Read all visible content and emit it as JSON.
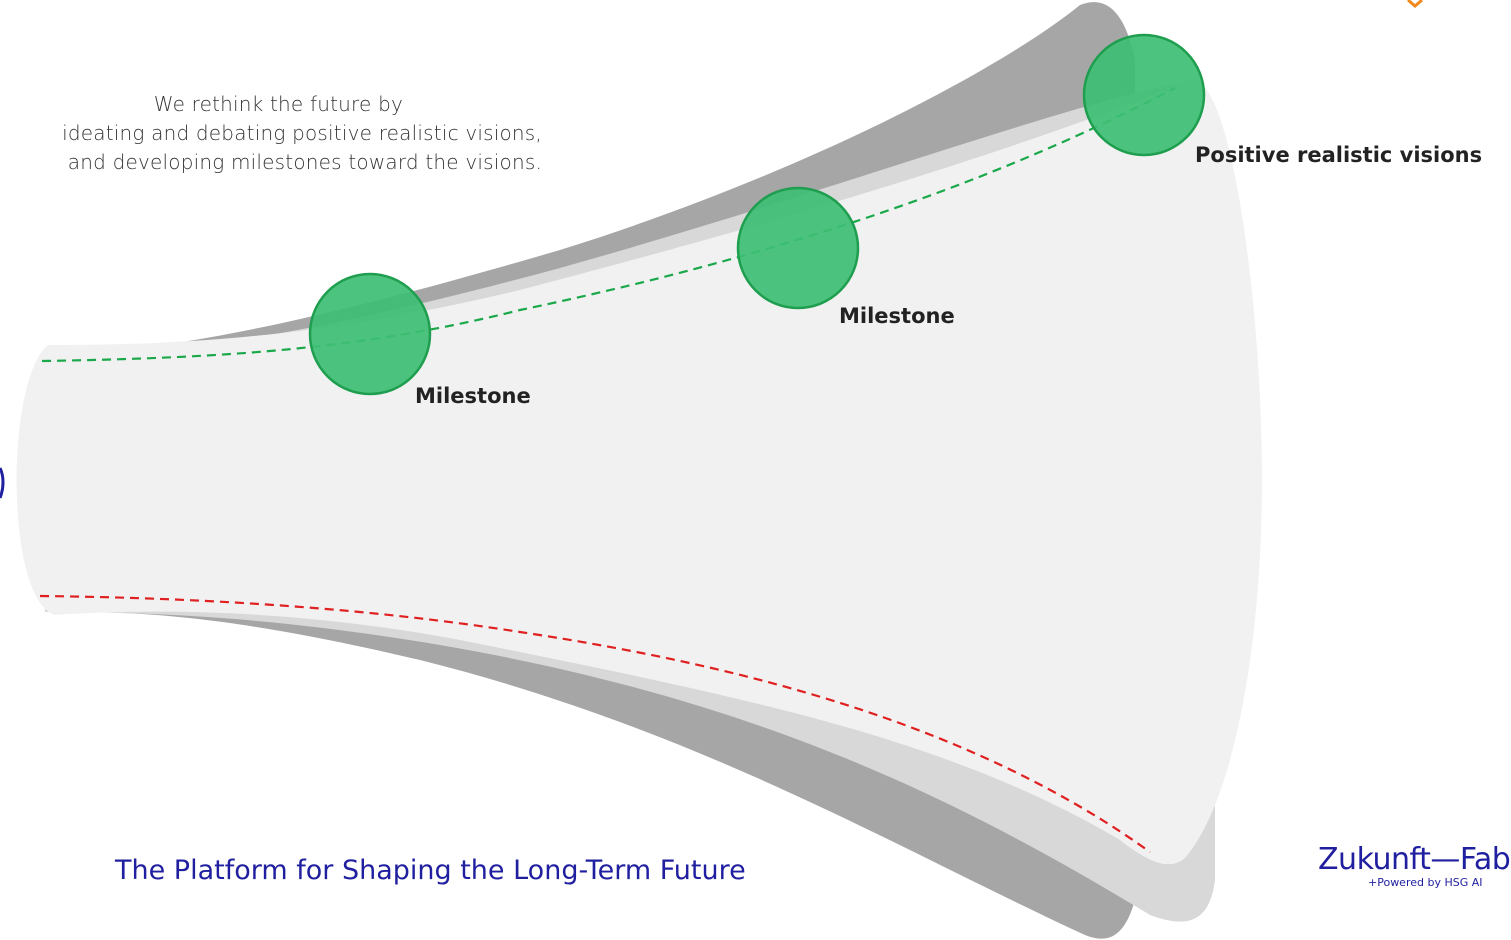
{
  "intro": {
    "line1": "We rethink the future by",
    "line2": "ideating and debating positive realistic visions,",
    "line3": "and developing milestones toward the visions."
  },
  "milestones": [
    {
      "label": "Milestone"
    },
    {
      "label": "Milestone"
    }
  ],
  "vision": {
    "label": "Positive realistic visions"
  },
  "tagline": "The Platform for Shaping the Long-Term Future",
  "logo": {
    "brand": "Zukunft—Fabr",
    "powered": "+Powered by HSG AI"
  },
  "colors": {
    "milestone_fill": "#3dbf74",
    "milestone_stroke": "#1e9e4e",
    "positive_path": "#1aa84a",
    "negative_path": "#e02020",
    "funnel_front": "#f1f1f1",
    "funnel_mid": "#d8d8d8",
    "funnel_back": "#a6a6a6",
    "brand_blue": "#1f1fa0"
  }
}
